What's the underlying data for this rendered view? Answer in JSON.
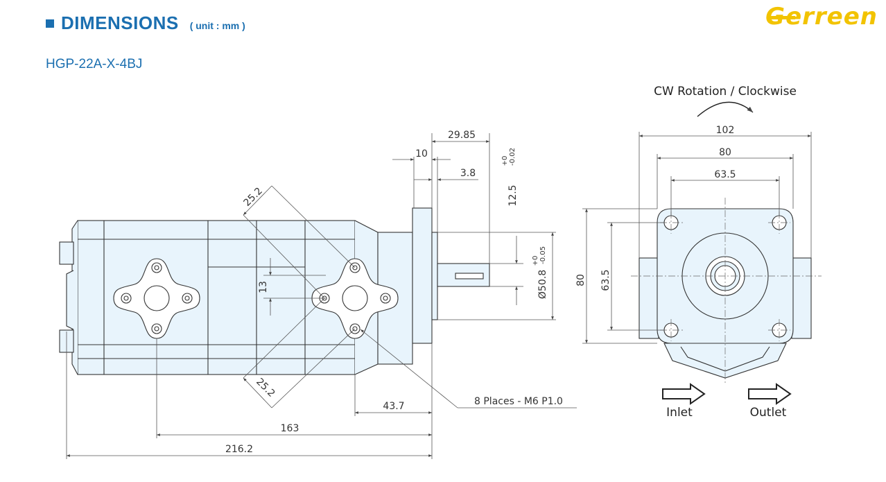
{
  "header": {
    "title": "DIMENSIONS",
    "unit": "( unit : mm )",
    "model": "HGP-22A-X-4BJ"
  },
  "logo": {
    "text": "Gerreen"
  },
  "colors": {
    "accent": "#1b6fb0",
    "logo": "#f2c300",
    "body_fill": "#e8f4fc"
  },
  "side_view": {
    "dims": {
      "d_29_85": "29.85",
      "d_10": "10",
      "d_3_8": "3.8",
      "d_12_5": "12.5",
      "d_12_5_tol_plus": "+0",
      "d_12_5_tol_minus": "-0.02",
      "d_50_8": "Ø50.8",
      "d_50_8_tol_plus": "+0",
      "d_50_8_tol_minus": "-0.05",
      "d_13": "13",
      "d_25_2_top": "25.2",
      "d_25_2_bottom": "25.2",
      "d_43_7": "43.7",
      "d_163": "163",
      "d_216_2": "216.2"
    },
    "note": "8 Places - M6 P1.0"
  },
  "front_view": {
    "rotation_label": "CW Rotation / Clockwise",
    "dims": {
      "d_102": "102",
      "d_80_h": "80",
      "d_63_5_h": "63.5",
      "d_80_v": "80",
      "d_63_5_v": "63.5"
    },
    "inlet_label": "Inlet",
    "outlet_label": "Outlet"
  }
}
